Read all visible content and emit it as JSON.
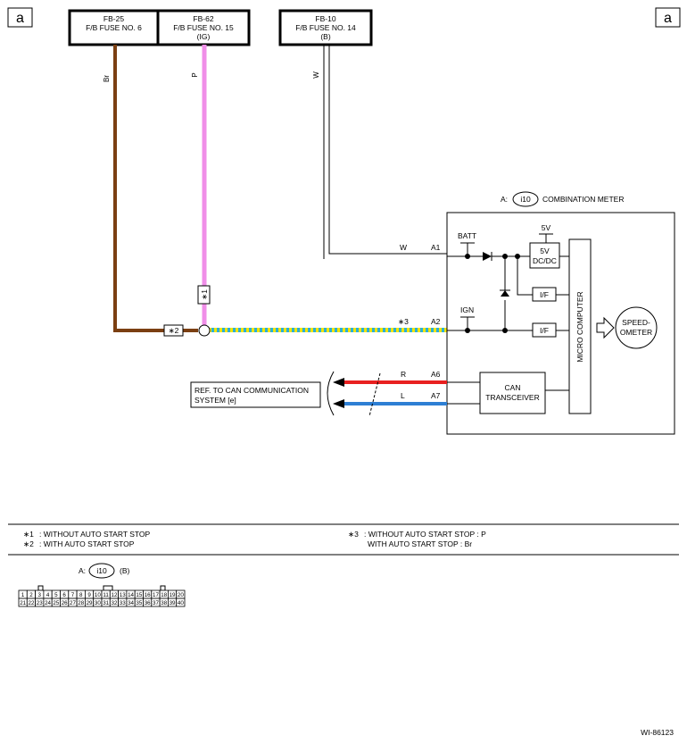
{
  "page_markers": {
    "left": "a",
    "right": "a"
  },
  "fuses": [
    {
      "id": "FB-25",
      "name": "F/B FUSE NO. 6",
      "sub": ""
    },
    {
      "id": "FB-62",
      "name": "F/B FUSE NO. 15",
      "sub": "(IG)"
    },
    {
      "id": "FB-10",
      "name": "F/B FUSE NO. 14",
      "sub": "(B)"
    }
  ],
  "wire_colors": {
    "br": "Br",
    "p": "P",
    "w": "W",
    "r": "R",
    "l": "L"
  },
  "colors": {
    "brown": "#7b3f12",
    "pink": "#f08ee8",
    "red": "#e82020",
    "blue": "#2e7fd4",
    "yellow": "#f2e400",
    "cyan": "#2bb0d8"
  },
  "meter": {
    "connector_prefix": "A:",
    "connector_id": "i10",
    "title": "COMBINATION METER",
    "pins": {
      "a1": "A1",
      "a2": "A2",
      "a6": "A6",
      "a7": "A7"
    },
    "batt": "BATT",
    "ign": "IGN",
    "v5_top": "5V",
    "dcdc_line1": "5V",
    "dcdc_line2": "DC/DC",
    "if_label": "I/F",
    "micro": "MICRO COMPUTER",
    "can_line1": "CAN",
    "can_line2": "TRANSCEIVER",
    "speedo_line1": "SPEED-",
    "speedo_line2": "OMETER"
  },
  "notes_markers": {
    "n1": "∗1",
    "n2": "∗2",
    "n3": "∗3"
  },
  "ref": {
    "line1": "REF. TO CAN COMMUNICATION",
    "line2": "SYSTEM [e]"
  },
  "legend": {
    "n1_text": ": WITHOUT AUTO START STOP",
    "n2_text": ": WITH AUTO START STOP",
    "n3_text1": ": WITHOUT AUTO START STOP  : P",
    "n3_text2": "WITH AUTO START STOP  : Br"
  },
  "connector_view": {
    "prefix": "A:",
    "id": "i10",
    "suffix": "(B)",
    "top_row": [
      "1",
      "2",
      "3",
      "4",
      "5",
      "6",
      "7",
      "8",
      "9",
      "10",
      "11",
      "12",
      "13",
      "14",
      "15",
      "16",
      "17",
      "18",
      "19",
      "20"
    ],
    "bottom_row": [
      "21",
      "22",
      "23",
      "24",
      "25",
      "26",
      "27",
      "28",
      "29",
      "30",
      "31",
      "32",
      "33",
      "34",
      "35",
      "36",
      "37",
      "38",
      "39",
      "40"
    ]
  },
  "figure_id": "WI-86123"
}
